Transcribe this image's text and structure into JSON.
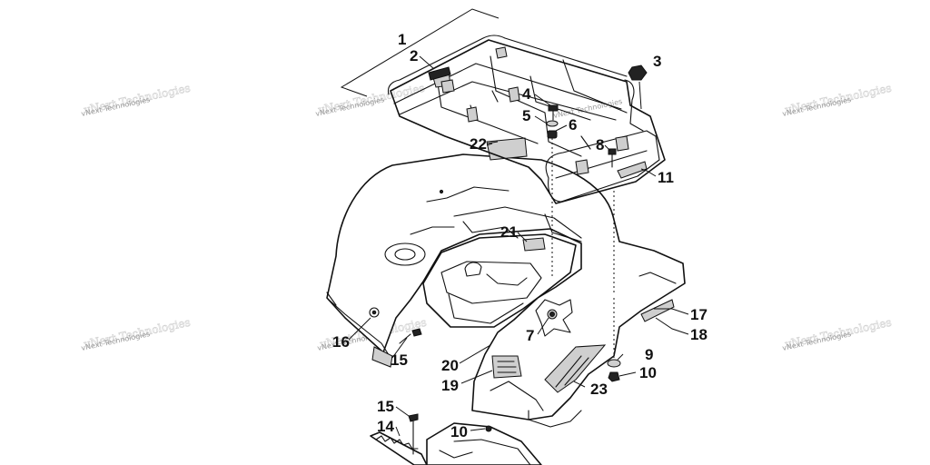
{
  "watermark": {
    "text": "vNext Technologies"
  },
  "callouts": [
    "1",
    "2",
    "3",
    "4",
    "5",
    "6",
    "8",
    "22",
    "11",
    "21",
    "17",
    "18",
    "7",
    "16",
    "15",
    "20",
    "9",
    "10",
    "19",
    "23",
    "15",
    "14",
    "10"
  ]
}
